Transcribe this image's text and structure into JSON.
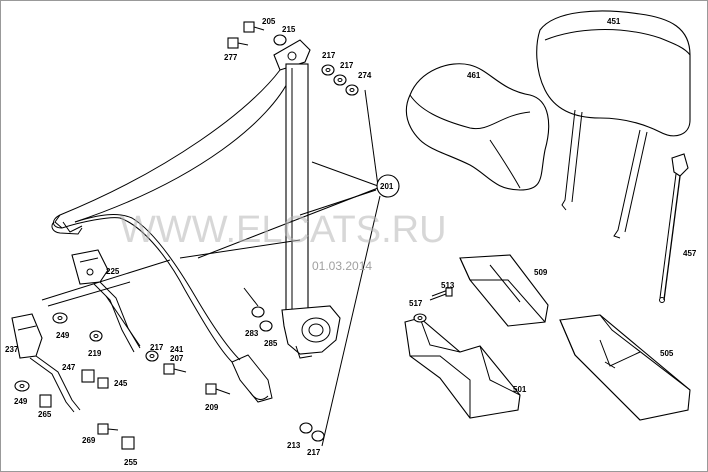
{
  "watermark": {
    "site": "WWW.ELCATS.RU",
    "date": "01.03.2014"
  },
  "callout_201": "201",
  "labels": {
    "p205": "205",
    "p215": "215",
    "p277": "277",
    "p217a": "217",
    "p217b": "217",
    "p274": "274",
    "p461": "461",
    "p451": "451",
    "p457": "457",
    "p225": "225",
    "p249a": "249",
    "p219": "219",
    "p217c": "217",
    "p241": "241",
    "p207": "207",
    "p237": "237",
    "p247": "247",
    "p245": "245",
    "p249b": "249",
    "p265": "265",
    "p269": "269",
    "p255": "255",
    "p209": "209",
    "p283": "283",
    "p285": "285",
    "p213": "213",
    "p217d": "217",
    "p509": "509",
    "p513": "513",
    "p517": "517",
    "p505": "505",
    "p501": "501"
  }
}
